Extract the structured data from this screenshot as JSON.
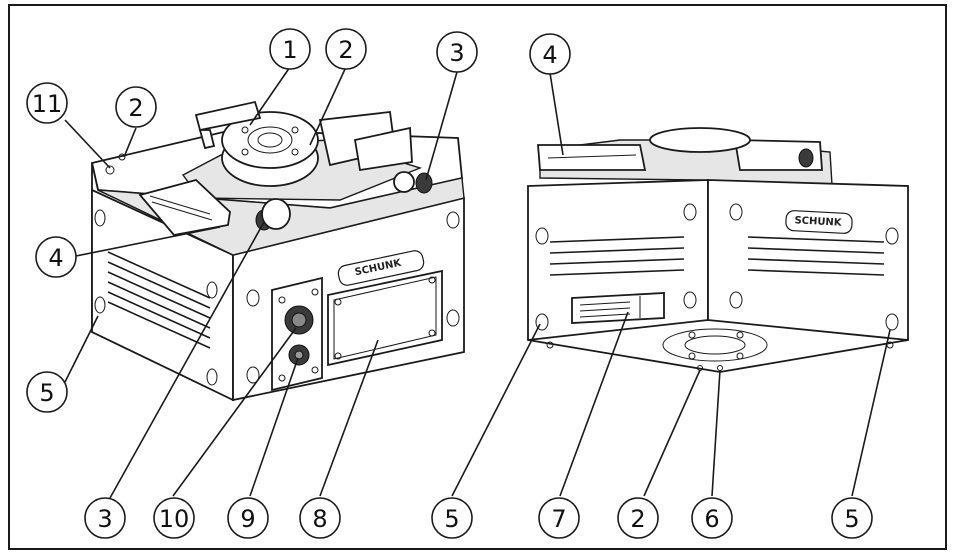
{
  "brand_label": "SCHUNK",
  "callouts": [
    {
      "id": "c1",
      "label": "1"
    },
    {
      "id": "c2a",
      "label": "2"
    },
    {
      "id": "c3a",
      "label": "3"
    },
    {
      "id": "c11",
      "label": "11"
    },
    {
      "id": "c2b",
      "label": "2"
    },
    {
      "id": "c4a",
      "label": "4"
    },
    {
      "id": "c5a",
      "label": "5"
    },
    {
      "id": "c3b",
      "label": "3"
    },
    {
      "id": "c10",
      "label": "10"
    },
    {
      "id": "c9",
      "label": "9"
    },
    {
      "id": "c8",
      "label": "8"
    },
    {
      "id": "c4b",
      "label": "4"
    },
    {
      "id": "c5b",
      "label": "5"
    },
    {
      "id": "c7",
      "label": "7"
    },
    {
      "id": "c2c",
      "label": "2"
    },
    {
      "id": "c6",
      "label": "6"
    },
    {
      "id": "c5c",
      "label": "5"
    }
  ]
}
